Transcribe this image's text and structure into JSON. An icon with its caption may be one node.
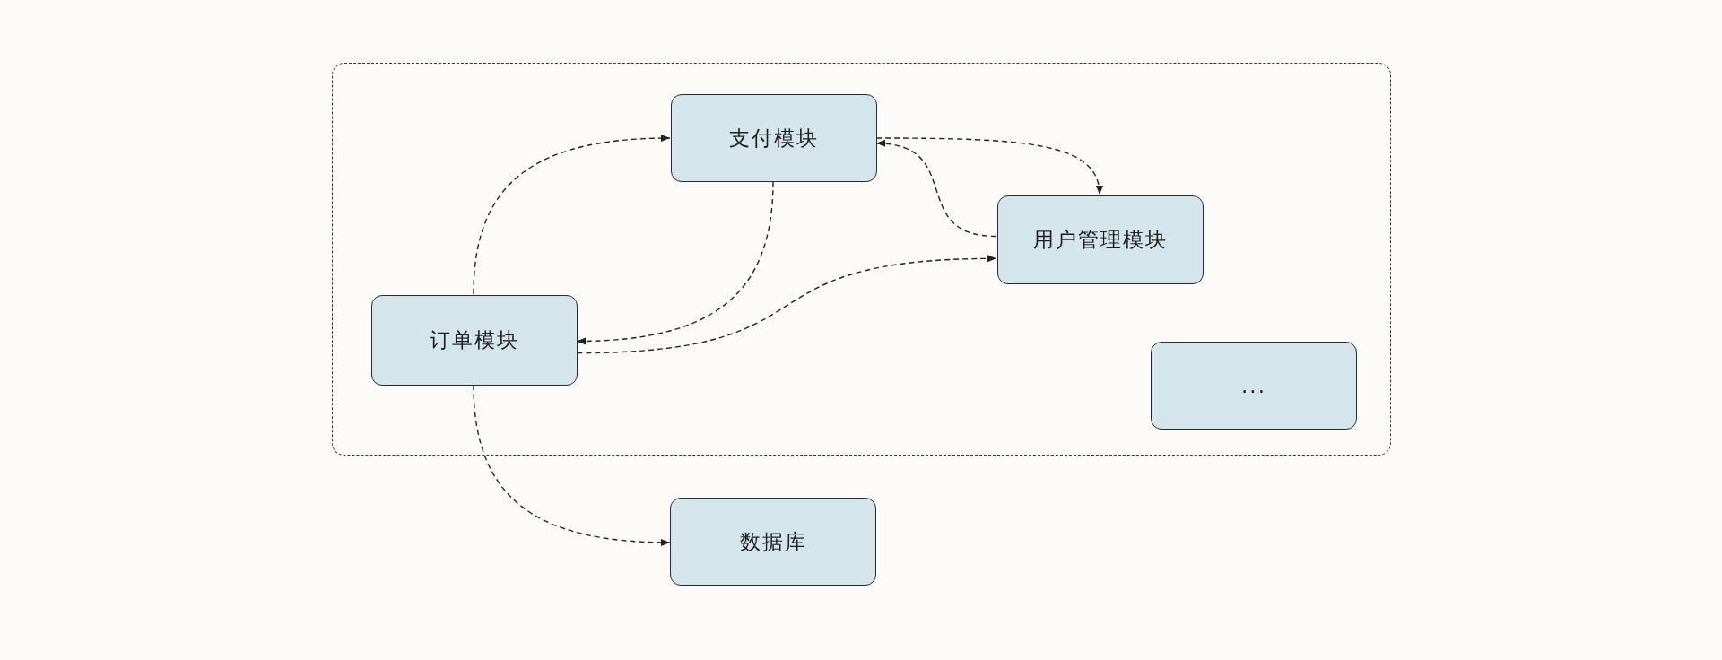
{
  "diagram": {
    "nodes": [
      {
        "text": [],
        "shape": "box"
      },
      {
        "text": [
          "支付模块"
        ],
        "in": 0
      },
      {
        "text": [
          "用户管理模块"
        ],
        "in": 0
      },
      {
        "text": [
          "订单模块"
        ],
        "in": 0
      },
      {
        "text": [
          "..."
        ],
        "in": 0
      },
      {
        "text": [
          "数据库"
        ]
      }
    ],
    "edges": [
      {
        "from": 3,
        "to": 1,
        "arrow": "to",
        "style": "dashed"
      },
      {
        "from": 1,
        "to": 3,
        "arrow": "to",
        "style": "dashed"
      },
      {
        "from": 1,
        "to": 2,
        "arrow": "to",
        "style": "dashed"
      },
      {
        "from": 2,
        "to": 1,
        "arrow": "to",
        "style": "dashed"
      },
      {
        "from": 3,
        "to": 2,
        "arrow": "to",
        "style": "dashed"
      },
      {
        "from": 3,
        "to": 5,
        "arrow": "to",
        "style": "dashed"
      }
    ]
  }
}
